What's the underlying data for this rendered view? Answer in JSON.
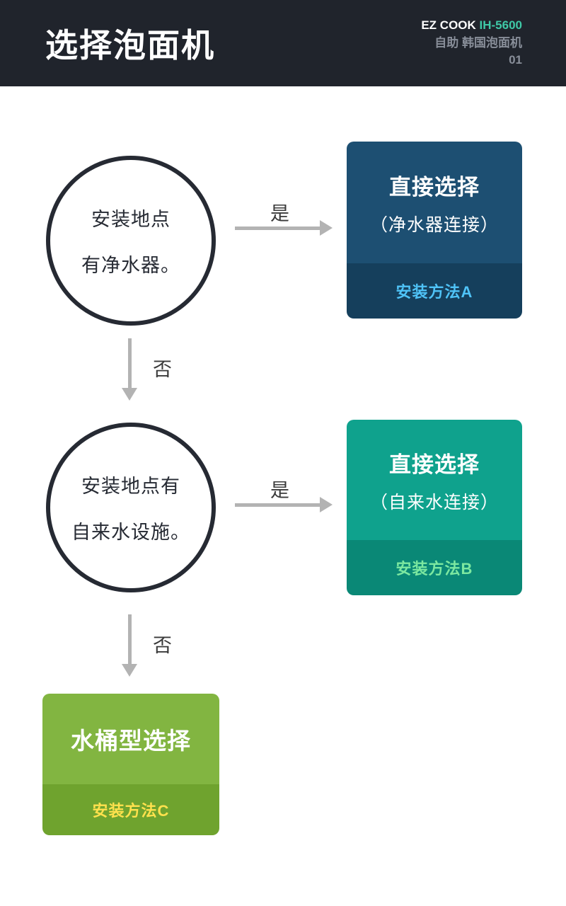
{
  "header": {
    "title": "选择泡面机",
    "brand": "EZ COOK ",
    "model": "IH-5600",
    "subtitle": "自助 韩国泡面机",
    "page_number": "01"
  },
  "flow": {
    "yes_label": "是",
    "no_label": "否",
    "node1": {
      "line1": "安装地点",
      "line2": "有净水器。"
    },
    "node2": {
      "line1": "安装地点有",
      "line2": "自来水设施。"
    },
    "result_a": {
      "title": "直接选择",
      "subtitle": "（净水器连接）",
      "method": "安装方法A"
    },
    "result_b": {
      "title": "直接选择",
      "subtitle": "（自来水连接）",
      "method": "安装方法B"
    },
    "result_c": {
      "title": "水桶型选择",
      "method": "安装方法C"
    }
  },
  "colors": {
    "header_bg": "#20242c",
    "accent_model": "#3fc9a7",
    "box_a_bg": "#1d4f72",
    "box_a_strip": "#153f5c",
    "box_a_method_text": "#4fc3f7",
    "box_b_bg": "#0fa28d",
    "box_b_strip": "#0a8876",
    "box_b_method_text": "#7ce8a0",
    "box_c_bg": "#82b541",
    "box_c_strip": "#6fa32e",
    "box_c_method_text": "#ffe14d",
    "arrow": "#b3b3b3",
    "circle_border": "#262a33"
  }
}
